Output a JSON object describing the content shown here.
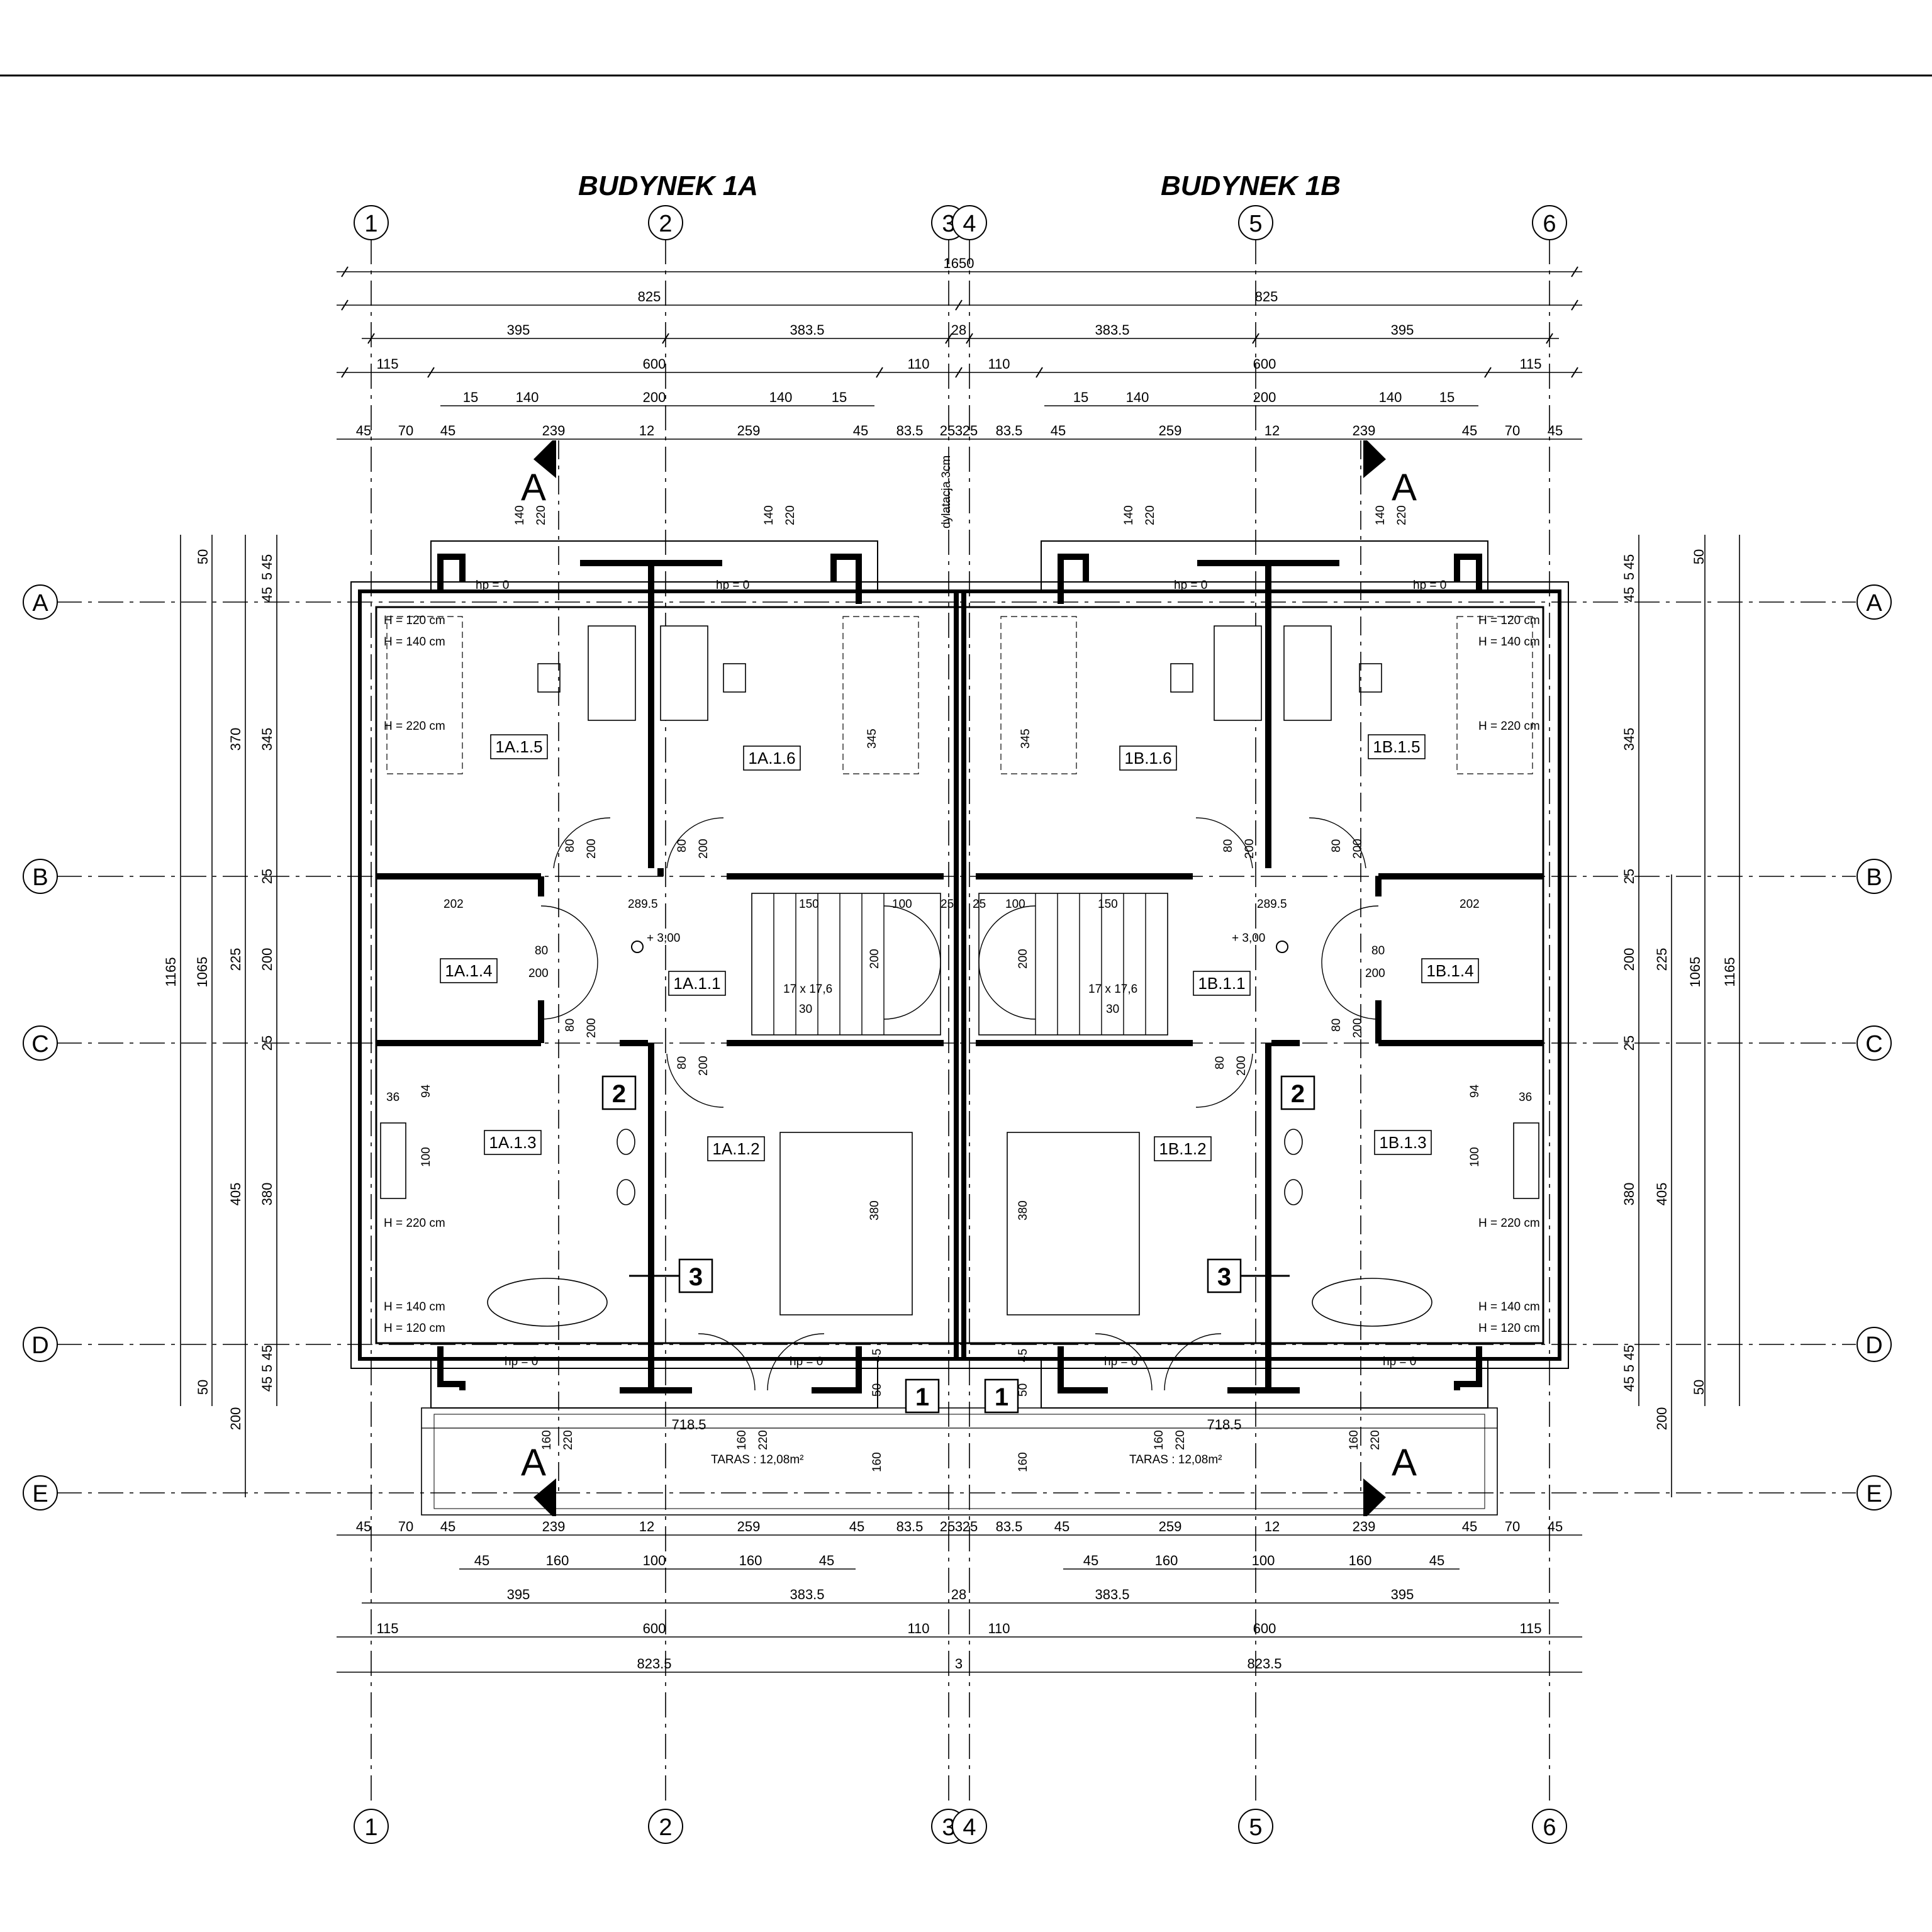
{
  "titles": {
    "left": "BUDYNEK 1A",
    "right": "BUDYNEK 1B"
  },
  "axes_vertical": [
    "1",
    "2",
    "3",
    "4",
    "5",
    "6"
  ],
  "axes_horizontal": [
    "A",
    "B",
    "C",
    "D",
    "E"
  ],
  "section_mark": "A",
  "dimensions_top": {
    "overall": "1650",
    "half_left": "825",
    "half_right": "825",
    "r3_left": "395",
    "r3_midl": "383.5",
    "r3_joint": "28",
    "r3_midr": "383.5",
    "r3_right": "395",
    "r4": [
      "115",
      "600",
      "110",
      "110",
      "600",
      "115"
    ],
    "r5": [
      "15",
      "140",
      "200",
      "140",
      "15",
      "15",
      "140",
      "200",
      "140",
      "15"
    ],
    "r6": [
      "45",
      "70",
      "45",
      "239",
      "12",
      "259",
      "45",
      "83.5",
      "25",
      "3",
      "25",
      "83.5",
      "45",
      "259",
      "12",
      "239",
      "45",
      "70",
      "45"
    ]
  },
  "dimensions_bottom": {
    "r1": [
      "45",
      "70",
      "45",
      "239",
      "12",
      "259",
      "45",
      "83.5",
      "25",
      "3",
      "25",
      "83.5",
      "45",
      "259",
      "12",
      "239",
      "45",
      "70",
      "45"
    ],
    "r2": [
      "45",
      "160",
      "100",
      "160",
      "45",
      "45",
      "160",
      "100",
      "160",
      "45"
    ],
    "r3": [
      "395",
      "383.5",
      "28",
      "383.5",
      "395"
    ],
    "r4": [
      "115",
      "600",
      "110",
      "110",
      "600",
      "115"
    ],
    "r5": [
      "823.5",
      "3",
      "823.5"
    ]
  },
  "dimensions_left": {
    "outer": "1165",
    "second": "1065",
    "third": [
      "370",
      "225",
      "405",
      "200"
    ],
    "fourth": [
      "50",
      "45",
      "5",
      "45",
      "345",
      "25",
      "200",
      "25",
      "380",
      "45",
      "5",
      "45",
      "50"
    ]
  },
  "dimensions_right": {
    "outer": "1165",
    "second": "1065",
    "third": [
      "225",
      "405",
      "200"
    ],
    "fourth": [
      "50",
      "45",
      "5",
      "45",
      "345",
      "25",
      "200",
      "25",
      "380",
      "45",
      "5",
      "45",
      "50"
    ]
  },
  "rooms": {
    "a15": "1A.1.5",
    "a16": "1A.1.6",
    "a14": "1A.1.4",
    "a11": "1A.1.1",
    "a13": "1A.1.3",
    "a12": "1A.1.2",
    "b16": "1B.1.6",
    "b15": "1B.1.5",
    "b14": "1B.1.4",
    "b11": "1B.1.1",
    "b12": "1B.1.2",
    "b13": "1B.1.3"
  },
  "labels": {
    "dilatation": "dylatacja 3cm",
    "stairs_size": "17 x 17,6",
    "stairs_count": "30",
    "level": "+ 3,00",
    "hp0": "hp = 0",
    "h120": "H = 120 cm",
    "h140": "H = 140 cm",
    "h220": "H = 220 cm",
    "terrace": "TARAS : 12,08m²",
    "terrace_width": "718.5",
    "window_w": "140",
    "window_h": "220",
    "door_w": "80",
    "door_h": "200",
    "bath_36": "36",
    "bath_94": "94",
    "bath_100": "100",
    "stair_150": "150",
    "stair_100": "100",
    "stair_25": "25",
    "hall_202": "202",
    "hall_2895": "289.5",
    "wall_345": "345",
    "wall_380": "380",
    "wall_200": "200",
    "terr_160": "160",
    "terr_50": "50",
    "terr_45": "45"
  },
  "markers": {
    "n1": "1",
    "n2": "2",
    "n3": "3"
  }
}
